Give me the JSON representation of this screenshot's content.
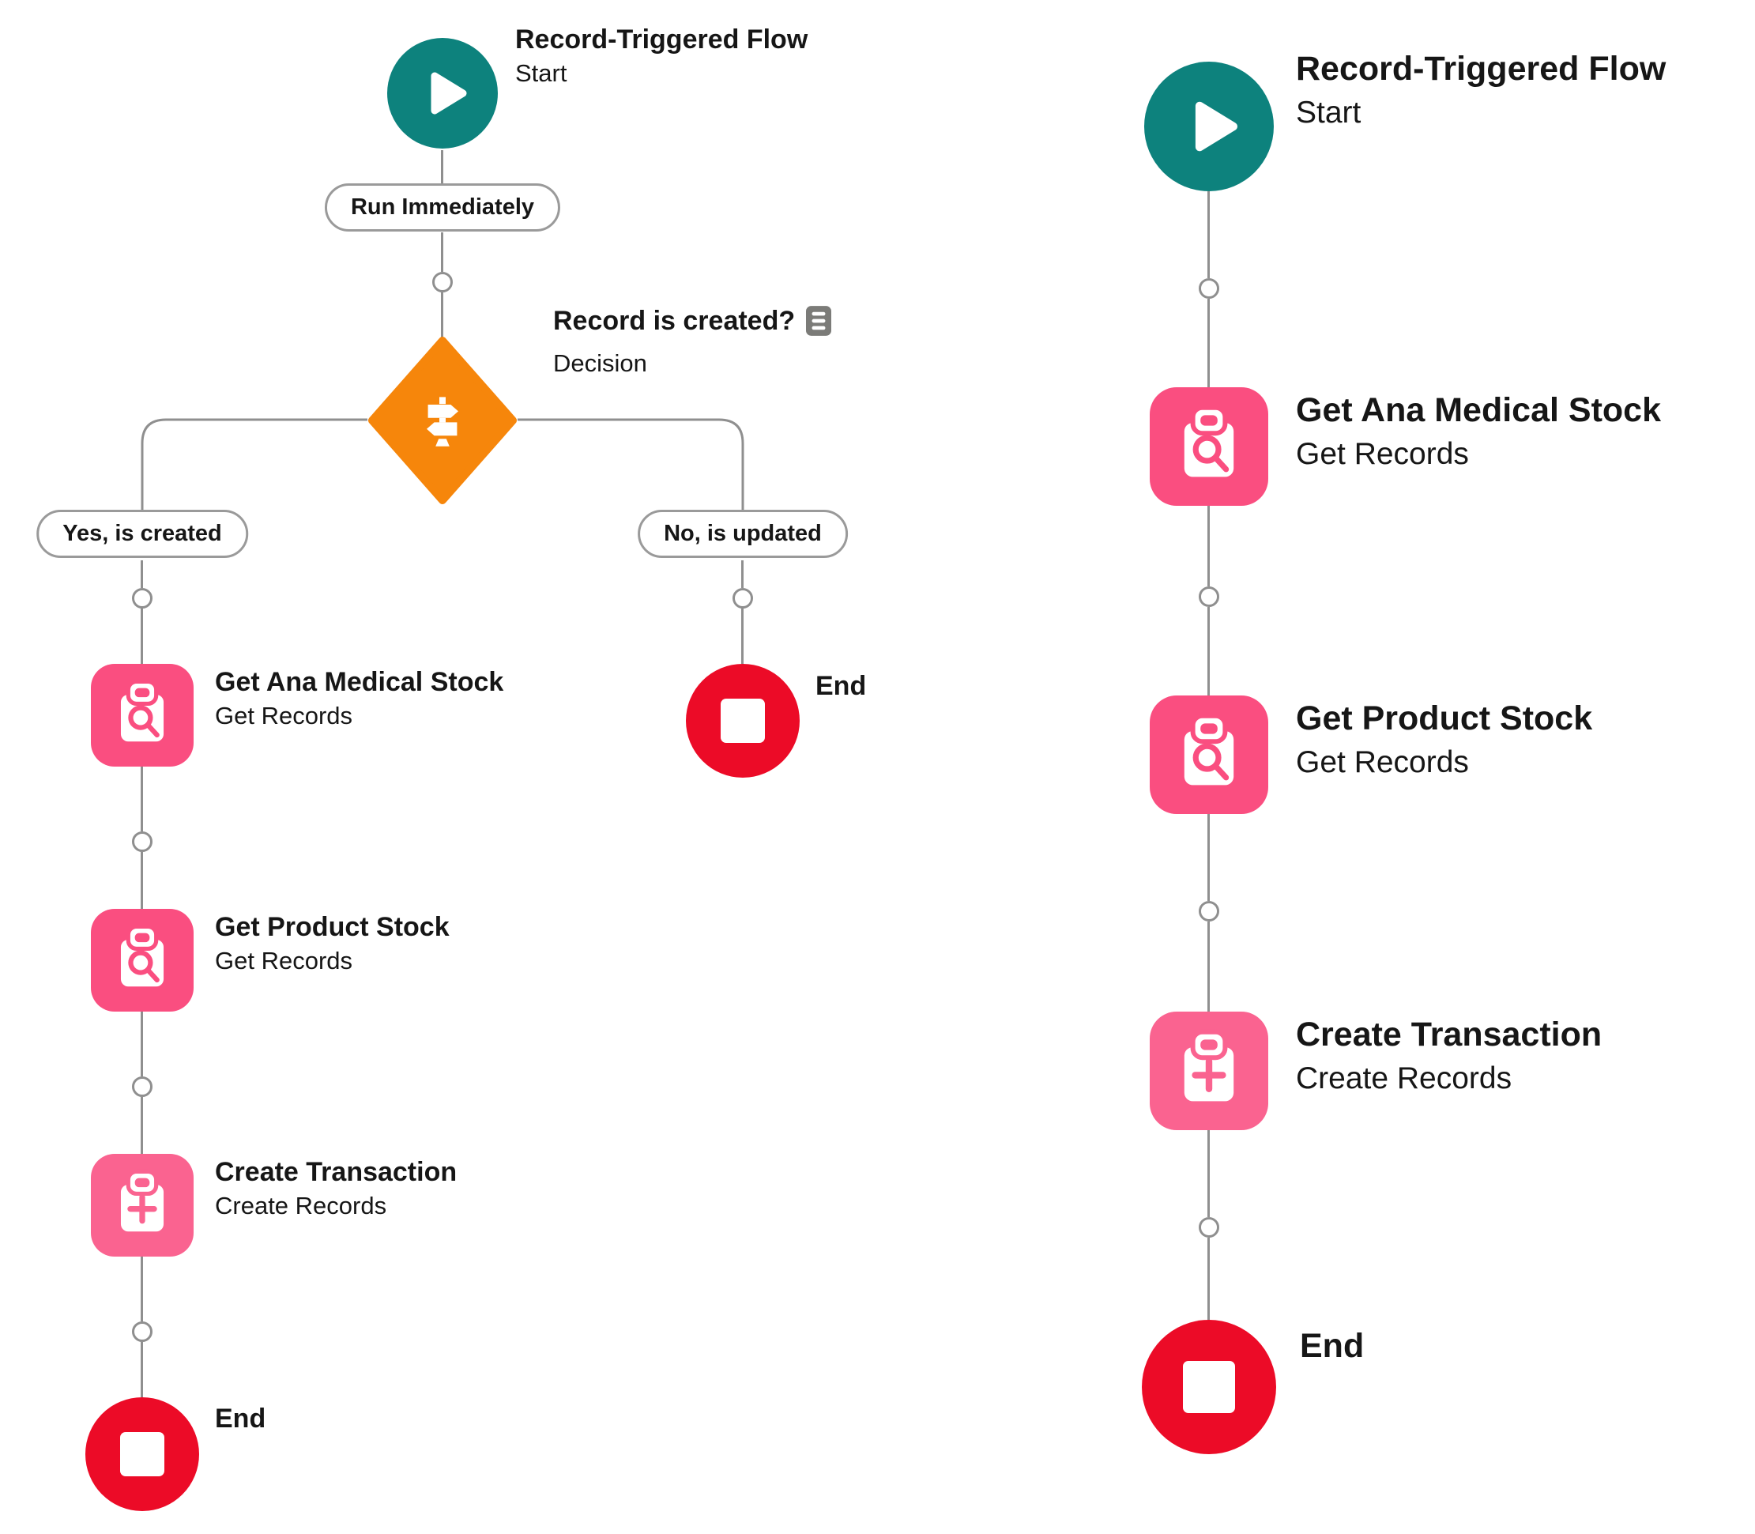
{
  "colors": {
    "start_teal": "#0d827d",
    "decision_orange": "#f6860b",
    "get_records_pink": "#fa4e80",
    "create_records_pink": "#fa6390",
    "end_red": "#ec0b27",
    "connector_gray": "#8f8f8f",
    "pill_border_gray": "#9a9a9a",
    "text_dark": "#161616",
    "detail_icon_gray": "#7b7b78"
  },
  "icons": {
    "start": "play-icon",
    "decision": "signpost-icon",
    "decision_detail": "list-icon",
    "get_records": "clipboard-search-icon",
    "create_records": "clipboard-plus-icon",
    "end": "stop-square-icon",
    "connector": "connector-ring"
  },
  "left_flow": {
    "start_title": "Record-Triggered Flow",
    "start_subtitle": "Start",
    "run_pill": "Run Immediately",
    "decision_title": "Record is created?",
    "decision_subtitle": "Decision",
    "branch_yes_label": "Yes, is created",
    "branch_no_label": "No, is updated",
    "nodes": [
      {
        "title": "Get Ana Medical Stock",
        "subtitle": "Get Records",
        "type": "get-records"
      },
      {
        "title": "Get Product Stock",
        "subtitle": "Get Records",
        "type": "get-records"
      },
      {
        "title": "Create Transaction",
        "subtitle": "Create Records",
        "type": "create-records"
      }
    ],
    "end_label": "End",
    "no_branch_end_label": "End"
  },
  "right_flow": {
    "start_title": "Record-Triggered Flow",
    "start_subtitle": "Start",
    "nodes": [
      {
        "title": "Get Ana Medical Stock",
        "subtitle": "Get Records",
        "type": "get-records"
      },
      {
        "title": "Get Product Stock",
        "subtitle": "Get Records",
        "type": "get-records"
      },
      {
        "title": "Create Transaction",
        "subtitle": "Create Records",
        "type": "create-records"
      }
    ],
    "end_label": "End"
  }
}
